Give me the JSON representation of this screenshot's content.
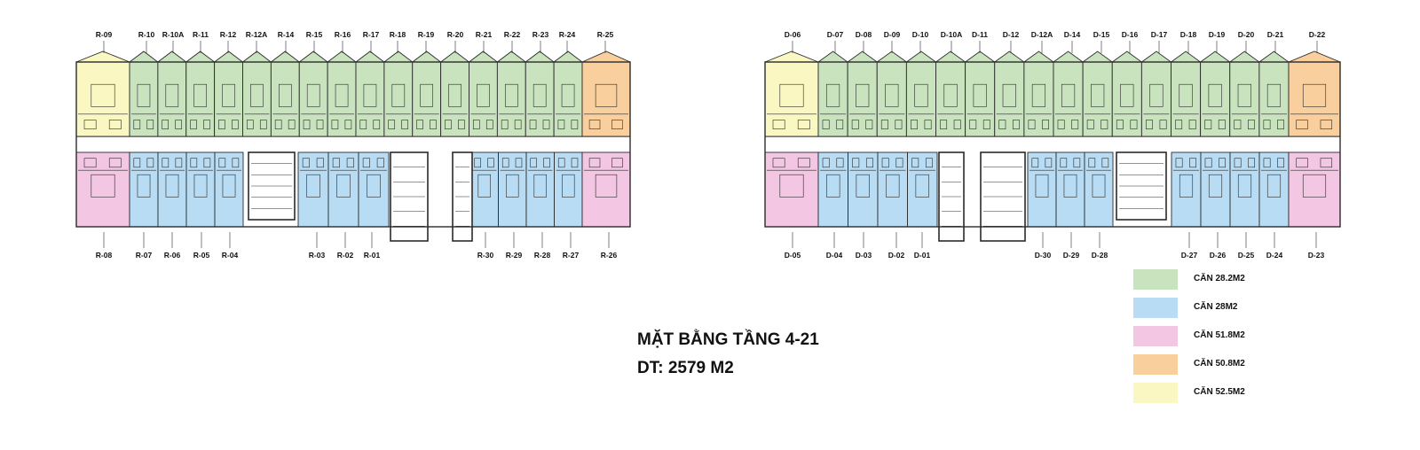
{
  "colors": {
    "green": "#c9e3bf",
    "blue": "#b9dcf5",
    "pink": "#f3c6e3",
    "orange": "#f8cf9d",
    "yellow": "#fbf7c2",
    "wall": "#2a2a2a"
  },
  "title": {
    "line1": "MẶT BẰNG TẦNG 4-21",
    "line2": "DT: 2579 M2"
  },
  "legend": [
    {
      "label": "CĂN 28.2M2",
      "color": "#c9e3bf"
    },
    {
      "label": "CĂN 28M2",
      "color": "#b9dcf5"
    },
    {
      "label": "CĂN 51.8M2",
      "color": "#f3c6e3"
    },
    {
      "label": "CĂN 50.8M2",
      "color": "#f8cf9d"
    },
    {
      "label": "CĂN 52.5M2",
      "color": "#fbf7c2"
    }
  ],
  "blocks": [
    {
      "name": "block-r",
      "top_labels": [
        "R-09",
        "R-10",
        "R-10A",
        "R-11",
        "R-12",
        "R-12A",
        "R-14",
        "R-15",
        "R-16",
        "R-17",
        "R-18",
        "R-19",
        "R-20",
        "R-21",
        "R-22",
        "R-23",
        "R-24",
        "R-25"
      ],
      "bottom_labels": [
        "R-08",
        "R-07",
        "R-06",
        "R-05",
        "R-04",
        "R-03",
        "R-02",
        "R-01",
        "R-30",
        "R-29",
        "R-28",
        "R-27",
        "R-26"
      ]
    },
    {
      "name": "block-d",
      "top_labels": [
        "D-06",
        "D-07",
        "D-08",
        "D-09",
        "D-10",
        "D-10A",
        "D-11",
        "D-12",
        "D-12A",
        "D-14",
        "D-15",
        "D-16",
        "D-17",
        "D-18",
        "D-19",
        "D-20",
        "D-21",
        "D-22"
      ],
      "bottom_labels": [
        "D-05",
        "D-04",
        "D-03",
        "D-02",
        "D-01",
        "D-30",
        "D-29",
        "D-28",
        "D-27",
        "D-26",
        "D-25",
        "D-24",
        "D-23"
      ]
    }
  ]
}
